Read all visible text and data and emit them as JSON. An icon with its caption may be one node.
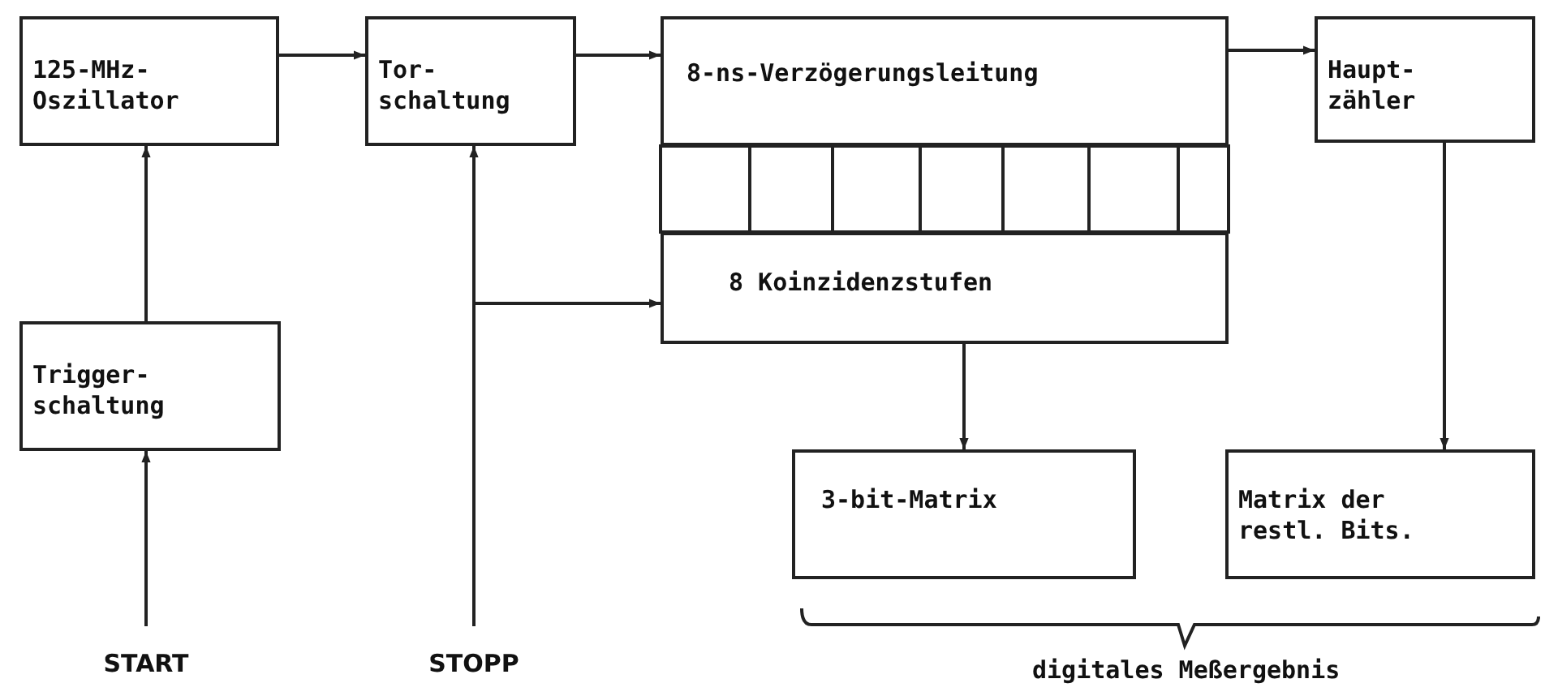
{
  "diagram": {
    "nodes": [
      {
        "text": [
          "125-MHz- Oszillator"
        ]
      },
      {
        "text": [
          "Tor- schaltung"
        ]
      },
      {
        "text": [
          "8-ns-Verzögerungsleitung"
        ]
      },
      {
        "text": [
          "8 Koinzidenzstufen"
        ]
      },
      {
        "text": [
          "Haupt- zähler"
        ]
      },
      {
        "text": [
          "Trigger- schaltung"
        ]
      },
      {
        "text": [
          "3-bit-Matrix"
        ]
      },
      {
        "text": [
          "Matrix der restl. Bits."
        ]
      },
      {
        "text": [
          "START"
        ]
      },
      {
        "text": [
          "STOPP"
        ]
      }
    ],
    "edges": [
      {
        "from": 8,
        "to": 5,
        "arrow": "to"
      },
      {
        "from": 5,
        "to": 0,
        "arrow": "to"
      },
      {
        "from": 0,
        "to": 1,
        "arrow": "to"
      },
      {
        "from": 1,
        "to": 2,
        "arrow": "to"
      },
      {
        "from": 2,
        "to": 4,
        "arrow": "to"
      },
      {
        "from": 9,
        "to": 1,
        "arrow": "to"
      },
      {
        "from": 9,
        "to": 3,
        "arrow": "to"
      },
      {
        "from": 3,
        "to": 6,
        "arrow": "to"
      },
      {
        "from": 4,
        "to": 7,
        "arrow": "to"
      }
    ],
    "labels": [
      "digitales Meßergebnis"
    ]
  }
}
